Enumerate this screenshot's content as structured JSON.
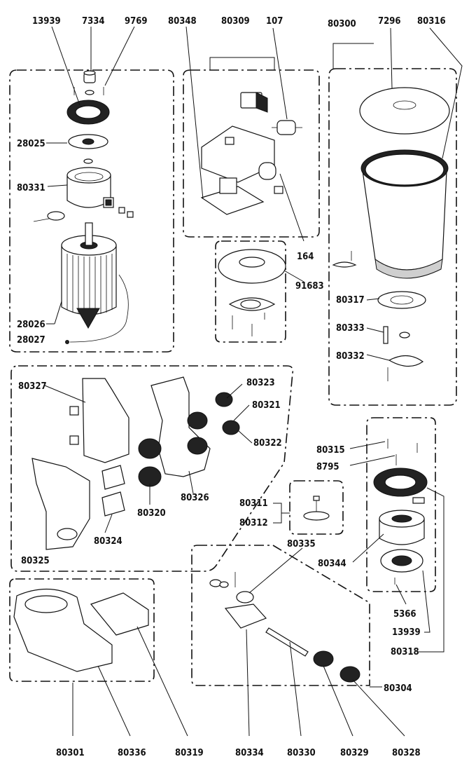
{
  "labels": {
    "l13939_top": "13939",
    "l7334": "7334",
    "l9769": "9769",
    "l80348": "80348",
    "l80309": "80309",
    "l107": "107",
    "l80300": "80300",
    "l7296": "7296",
    "l80316": "80316",
    "l28025": "28025",
    "l80331": "80331",
    "l28026": "28026",
    "l28027": "28027",
    "l164": "164",
    "l91683": "91683",
    "l80317": "80317",
    "l80333": "80333",
    "l80332": "80332",
    "l80327": "80327",
    "l80323": "80323",
    "l80321": "80321",
    "l80322": "80322",
    "l80326": "80326",
    "l80320": "80320",
    "l80324": "80324",
    "l80325": "80325",
    "l80315": "80315",
    "l8795": "8795",
    "l80311": "80311",
    "l80312": "80312",
    "l80335": "80335",
    "l80344": "80344",
    "l5366": "5366",
    "l13939_bot": "13939",
    "l80318": "80318",
    "l80304": "80304",
    "l80301": "80301",
    "l80336": "80336",
    "l80319": "80319",
    "l80334": "80334",
    "l80330": "80330",
    "l80329": "80329",
    "l80328": "80328"
  }
}
